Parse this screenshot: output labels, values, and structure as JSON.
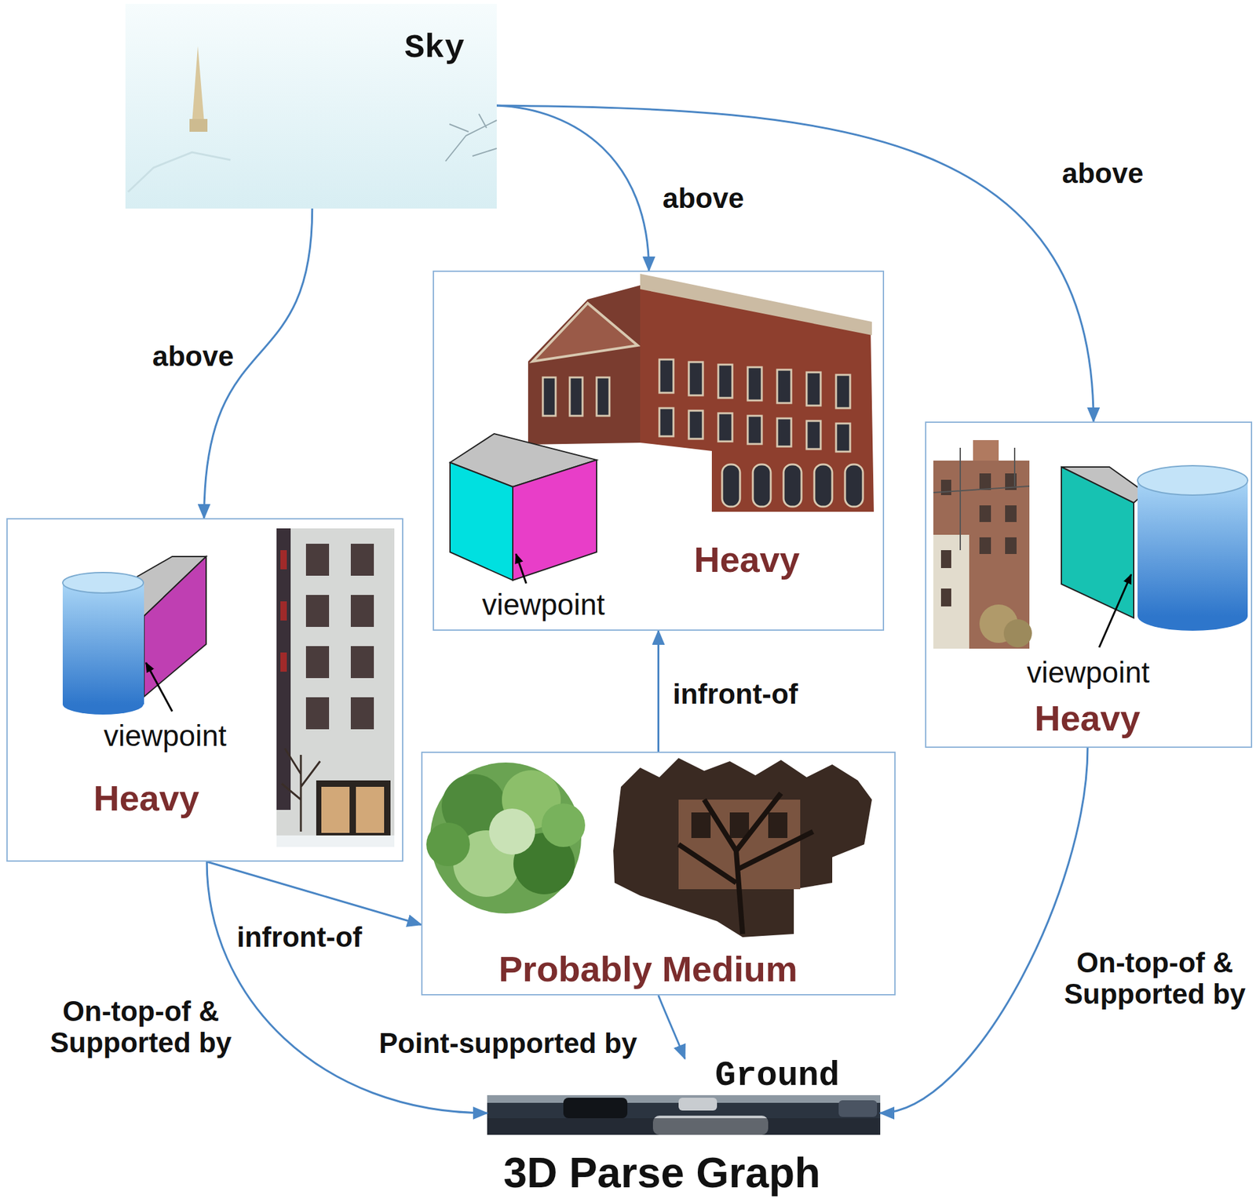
{
  "diagram": {
    "caption": "3D Parse Graph",
    "nodes": [
      {
        "text": [
          "Sky"
        ]
      },
      {
        "text": [
          "Heavy",
          "viewpoint"
        ]
      },
      {
        "text": [
          "viewpoint",
          "Heavy"
        ]
      },
      {
        "text": [
          "viewpoint",
          "Heavy"
        ]
      },
      {
        "text": [
          "Probably Medium"
        ]
      },
      {
        "text": [
          "Ground"
        ]
      }
    ],
    "edges": [
      {
        "from": 0,
        "to": 3,
        "label": "above",
        "arrow": "to"
      },
      {
        "from": 0,
        "to": 1,
        "label": "above",
        "arrow": "to"
      },
      {
        "from": 0,
        "to": 2,
        "label": "above",
        "arrow": "to"
      },
      {
        "from": 3,
        "to": 4,
        "label": "infront-of",
        "arrow": "to"
      },
      {
        "from": 4,
        "to": 1,
        "label": "infront-of",
        "arrow": "to"
      },
      {
        "from": 3,
        "to": 5,
        "label": "On-top-of & Supported by",
        "arrow": "to"
      },
      {
        "from": 4,
        "to": 5,
        "label": "Point-supported by",
        "arrow": "to"
      },
      {
        "from": 2,
        "to": 5,
        "label": "On-top-of & Supported by",
        "arrow": "to"
      }
    ]
  }
}
